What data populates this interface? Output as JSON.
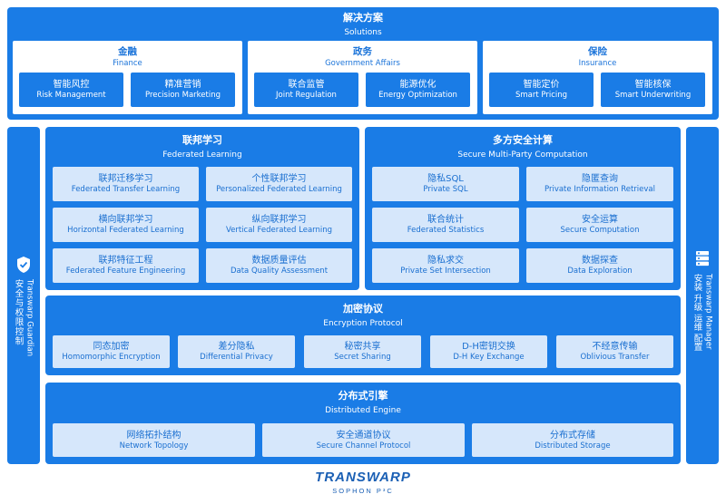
{
  "solutions": {
    "title_cn": "解决方案",
    "title_en": "Solutions",
    "categories": [
      {
        "cn": "金融",
        "en": "Finance",
        "items": [
          {
            "cn": "智能风控",
            "en": "Risk Management"
          },
          {
            "cn": "精准营销",
            "en": "Precision Marketing"
          }
        ]
      },
      {
        "cn": "政务",
        "en": "Government Affairs",
        "items": [
          {
            "cn": "联合监管",
            "en": "Joint Regulation"
          },
          {
            "cn": "能源优化",
            "en": "Energy Optimization"
          }
        ]
      },
      {
        "cn": "保险",
        "en": "Insurance",
        "items": [
          {
            "cn": "智能定价",
            "en": "Smart Pricing"
          },
          {
            "cn": "智能核保",
            "en": "Smart Underwriting"
          }
        ]
      }
    ]
  },
  "guardian": {
    "en": "Transwarp Guardian",
    "cn": "安全与权限控制",
    "icon": "shield-check-icon"
  },
  "manager": {
    "en": "Transwarp Manager",
    "cn": "安装 升级 运维 配置",
    "icon": "server-icon"
  },
  "federated": {
    "title_cn": "联邦学习",
    "title_en": "Federated Learning",
    "items": [
      {
        "cn": "联邦迁移学习",
        "en": "Federated Transfer Learning"
      },
      {
        "cn": "个性联邦学习",
        "en": "Personalized Federated Learning"
      },
      {
        "cn": "横向联邦学习",
        "en": "Horizontal Federated Learning"
      },
      {
        "cn": "纵向联邦学习",
        "en": "Vertical Federated Learning"
      },
      {
        "cn": "联邦特征工程",
        "en": "Federated Feature Engineering"
      },
      {
        "cn": "数据质量评估",
        "en": "Data Quality Assessment"
      }
    ]
  },
  "mpc": {
    "title_cn": "多方安全计算",
    "title_en": "Secure Multi-Party Computation",
    "items": [
      {
        "cn": "隐私SQL",
        "en": "Private SQL"
      },
      {
        "cn": "隐匿查询",
        "en": "Private Information Retrieval"
      },
      {
        "cn": "联合统计",
        "en": "Federated Statistics"
      },
      {
        "cn": "安全运算",
        "en": "Secure Computation"
      },
      {
        "cn": "隐私求交",
        "en": "Private Set Intersection"
      },
      {
        "cn": "数据探查",
        "en": "Data Exploration"
      }
    ]
  },
  "encryption": {
    "title_cn": "加密协议",
    "title_en": "Encryption Protocol",
    "items": [
      {
        "cn": "同态加密",
        "en": "Homomorphic Encryption"
      },
      {
        "cn": "差分隐私",
        "en": "Differential Privacy"
      },
      {
        "cn": "秘密共享",
        "en": "Secret Sharing"
      },
      {
        "cn": "D-H密钥交换",
        "en": "D-H Key Exchange"
      },
      {
        "cn": "不经意传输",
        "en": "Oblivious Transfer"
      }
    ]
  },
  "engine": {
    "title_cn": "分布式引擎",
    "title_en": "Distributed Engine",
    "items": [
      {
        "cn": "网络拓扑结构",
        "en": "Network Topology"
      },
      {
        "cn": "安全通道协议",
        "en": "Secure Channel Protocol"
      },
      {
        "cn": "分布式存储",
        "en": "Distributed Storage"
      }
    ]
  },
  "logo": {
    "brand": "TRANSWARP",
    "product": "SOPHON P³C"
  },
  "colors": {
    "primary": "#1a7ce6",
    "cell_light": "#d6e7fb",
    "text_blue": "#1a6fd0"
  }
}
